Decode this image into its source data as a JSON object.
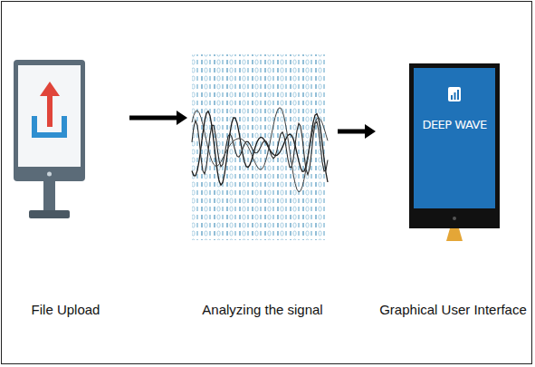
{
  "diagram": {
    "nodes": [
      {
        "text": [
          "File Upload"
        ]
      },
      {
        "text": [
          "Analyzing the signal"
        ]
      },
      {
        "text": [
          "DEEP WAVE",
          "Graphical User Interface"
        ]
      }
    ],
    "edges": [
      {
        "from": 0,
        "to": 1,
        "arrow": "to"
      },
      {
        "from": 1,
        "to": 2,
        "arrow": "to"
      }
    ]
  }
}
